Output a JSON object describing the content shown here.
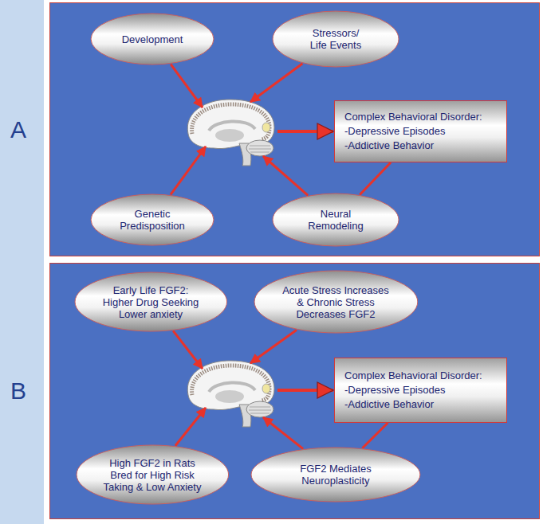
{
  "diagram": {
    "nodes": [
      {
        "text": [
          "A"
        ]
      },
      {
        "text": [
          "Development"
        ],
        "in": 0
      },
      {
        "text": [
          "Stressors/ Life Events"
        ],
        "in": 0
      },
      {
        "text": [
          "Complex Behavioral Disorder:",
          "-Depressive Episodes",
          "-Addictive Behavior"
        ],
        "in": 0
      },
      {
        "text": [
          "Genetic Predisposition"
        ],
        "in": 0
      },
      {
        "text": [
          "Neural Remodeling"
        ],
        "in": 0
      },
      {
        "text": [
          "B"
        ]
      },
      {
        "text": [
          "Early Life FGF2: Higher Drug Seeking Lower anxiety"
        ],
        "in": 6
      },
      {
        "text": [
          "Acute Stress Increases & Chronic Stress Decreases FGF2"
        ],
        "in": 6
      },
      {
        "text": [
          "Complex Behavioral Disorder:",
          "-Depressive Episodes",
          "-Addictive Behavior"
        ],
        "in": 6
      },
      {
        "text": [
          "High FGF2 in Rats Bred for High Risk Taking & Low Anxiety"
        ],
        "in": 6
      },
      {
        "text": [
          "FGF2 Mediates Neuroplasticity"
        ],
        "in": 6
      }
    ],
    "edges": [
      {
        "from": 3,
        "to": 5,
        "arrow": "none"
      },
      {
        "from": 9,
        "to": 11,
        "arrow": "none"
      }
    ]
  }
}
